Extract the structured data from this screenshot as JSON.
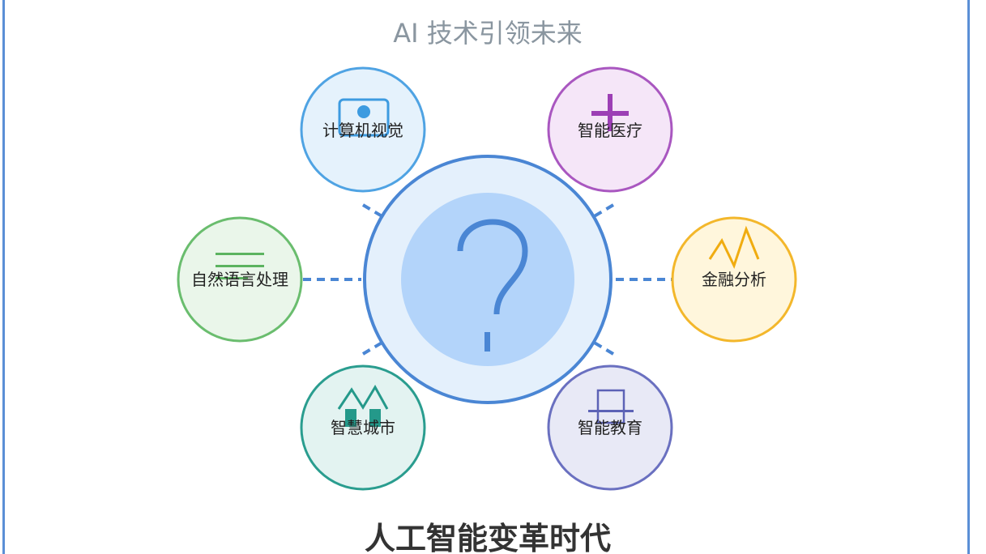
{
  "header": {
    "subtitle": "AI 技术引领未来"
  },
  "center": {
    "symbol": "?",
    "icon": "question-mark-icon"
  },
  "nodes": [
    {
      "id": "computer-vision",
      "label": "计算机视觉",
      "icon": "camera-icon",
      "stroke": "#4fa3e3",
      "fill": "#e5f2fc",
      "icon_color": "#3d9be0"
    },
    {
      "id": "smart-healthcare",
      "label": "智能医疗",
      "icon": "medical-cross-icon",
      "stroke": "#a957c0",
      "fill": "#f5e6f8",
      "icon_color": "#9c3fb5"
    },
    {
      "id": "nlp",
      "label": "自然语言处理",
      "icon": "text-lines-icon",
      "stroke": "#6abd6e",
      "fill": "#eaf6ea",
      "icon_color": "#5cb360"
    },
    {
      "id": "financial-analysis",
      "label": "金融分析",
      "icon": "stock-chart-icon",
      "stroke": "#f3b72b",
      "fill": "#fff6dc",
      "icon_color": "#f0ac10"
    },
    {
      "id": "smart-city",
      "label": "智慧城市",
      "icon": "city-buildings-icon",
      "stroke": "#2a9d8f",
      "fill": "#e3f3f1",
      "icon_color": "#24998a"
    },
    {
      "id": "smart-education",
      "label": "智能教育",
      "icon": "book-icon",
      "stroke": "#6a70c0",
      "fill": "#e8e9f6",
      "icon_color": "#5c62b6"
    }
  ],
  "footer": {
    "title": "人工智能变革时代"
  },
  "colors": {
    "accent": "#4a86d4",
    "center_outer_fill": "#e4f0fc",
    "center_inner_fill": "#b3d4fa",
    "subtitle_color": "#8a96a0",
    "title_color": "#333333",
    "connector": "#4a86d4"
  }
}
